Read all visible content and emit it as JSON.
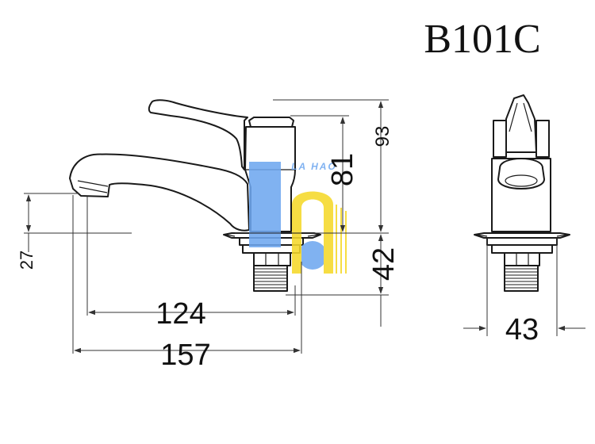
{
  "model": "B101C",
  "watermark": "LA HAO",
  "colors": {
    "line": "#1a1a1a",
    "logo_blue": "#6fa8f0",
    "logo_yellow": "#f5d92a"
  },
  "dimensions": {
    "height_total": "93",
    "height_body": "81",
    "thread_length": "42",
    "spout_height": "27",
    "spout_reach": "124",
    "overall_length": "157",
    "width": "43"
  }
}
